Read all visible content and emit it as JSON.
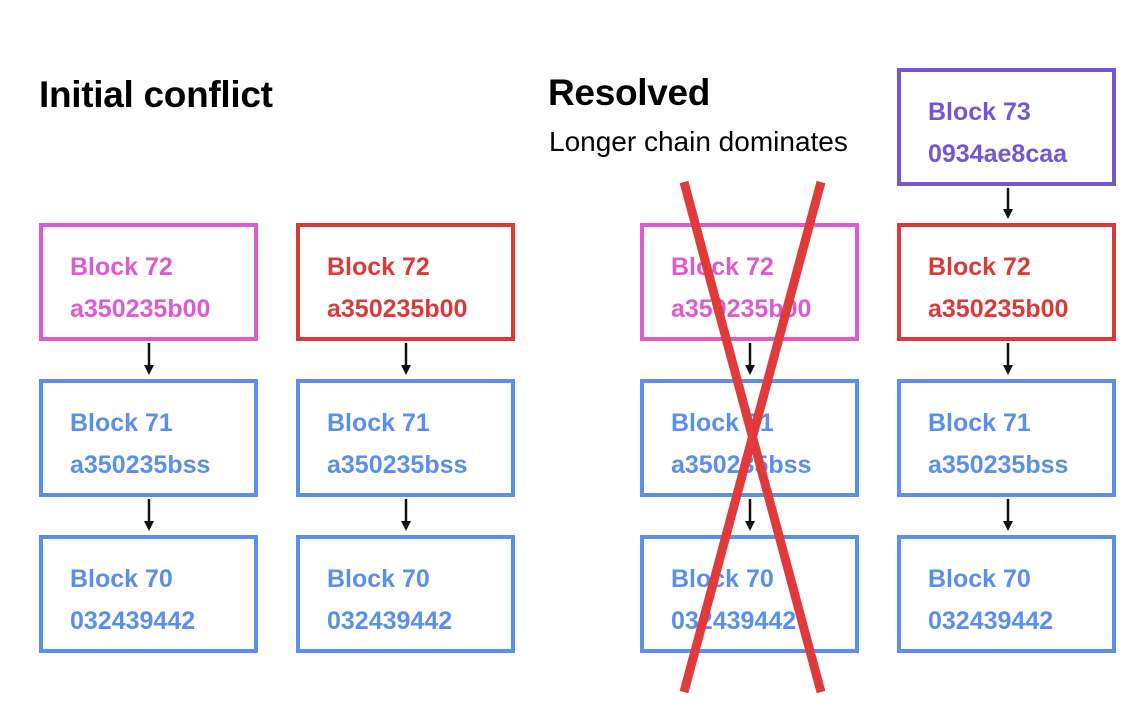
{
  "headings": {
    "initial": "Initial conflict",
    "resolved": "Resolved",
    "resolved_sub": "Longer chain dominates"
  },
  "colors": {
    "pink": "#dc5bd1",
    "red": "#d93a3a",
    "blue": "#5b8fec",
    "purple": "#7655d3",
    "cross": "#e03a3a"
  },
  "chains": {
    "initial_a": [
      {
        "name": "Block 72",
        "hash": "a350235b00",
        "color": "pink"
      },
      {
        "name": "Block 71",
        "hash": "a350235bss",
        "color": "blue"
      },
      {
        "name": "Block 70",
        "hash": "032439442",
        "color": "blue"
      }
    ],
    "initial_b": [
      {
        "name": "Block 72",
        "hash": "a350235b00",
        "color": "red"
      },
      {
        "name": "Block 71",
        "hash": "a350235bss",
        "color": "blue"
      },
      {
        "name": "Block 70",
        "hash": "032439442",
        "color": "blue"
      }
    ],
    "resolved_discarded": [
      {
        "name": "Block 72",
        "hash": "a350235b00",
        "color": "pink"
      },
      {
        "name": "Block 71",
        "hash": "a350235bss",
        "color": "blue"
      },
      {
        "name": "Block 70",
        "hash": "032439442",
        "color": "blue"
      }
    ],
    "resolved_kept": [
      {
        "name": "Block 73",
        "hash": "0934ae8caa",
        "color": "purple"
      },
      {
        "name": "Block 72",
        "hash": "a350235b00",
        "color": "red"
      },
      {
        "name": "Block 71",
        "hash": "a350235bss",
        "color": "blue"
      },
      {
        "name": "Block 70",
        "hash": "032439442",
        "color": "blue"
      }
    ]
  },
  "cross_out": {
    "target": "resolved_discarded",
    "icon": "x-cross-out"
  }
}
